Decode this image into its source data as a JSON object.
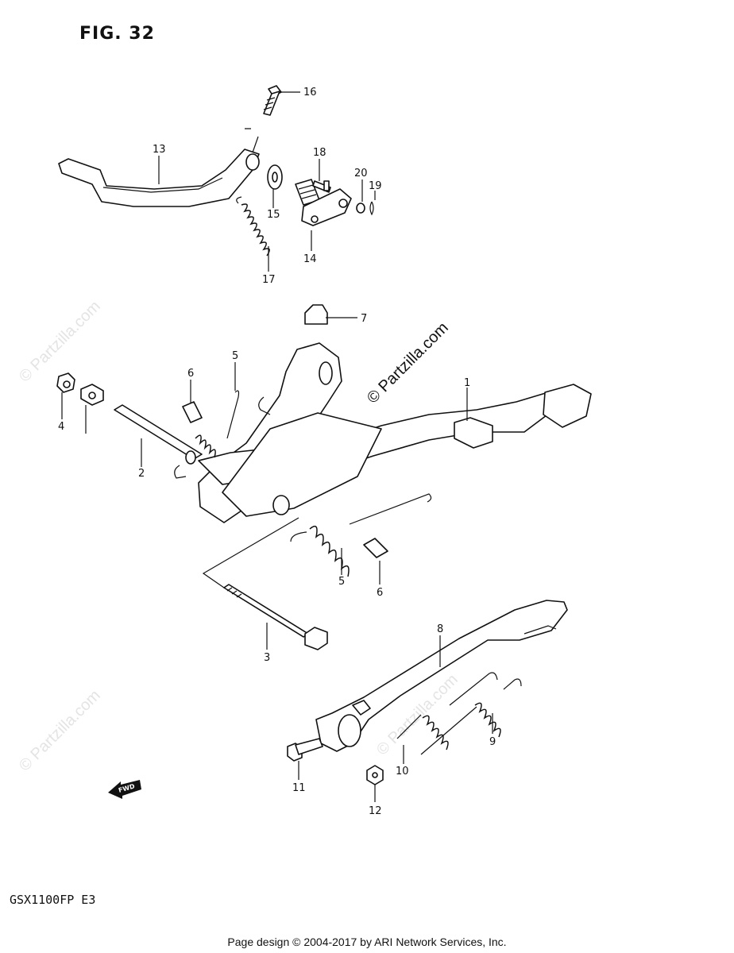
{
  "figure": {
    "title": "FIG. 32"
  },
  "watermarks": {
    "main": "© Partzilla.com",
    "faint": "© Partzilla.com"
  },
  "model": "GSX1100FP E3",
  "footer": "Page design © 2004-2017 by ARI Network Services, Inc.",
  "fwd_label": "FWD",
  "callouts": [
    {
      "id": "1",
      "text": "1"
    },
    {
      "id": "2",
      "text": "2"
    },
    {
      "id": "3",
      "text": "3"
    },
    {
      "id": "4",
      "text": "4"
    },
    {
      "id": "5a",
      "text": "5"
    },
    {
      "id": "5b",
      "text": "5"
    },
    {
      "id": "6a",
      "text": "6"
    },
    {
      "id": "6b",
      "text": "6"
    },
    {
      "id": "7",
      "text": "7"
    },
    {
      "id": "8",
      "text": "8"
    },
    {
      "id": "9",
      "text": "9"
    },
    {
      "id": "10",
      "text": "10"
    },
    {
      "id": "11",
      "text": "11"
    },
    {
      "id": "12",
      "text": "12"
    },
    {
      "id": "13",
      "text": "13"
    },
    {
      "id": "14",
      "text": "14"
    },
    {
      "id": "15",
      "text": "15"
    },
    {
      "id": "16",
      "text": "16"
    },
    {
      "id": "17",
      "text": "17"
    },
    {
      "id": "18",
      "text": "18"
    },
    {
      "id": "19",
      "text": "19"
    },
    {
      "id": "20",
      "text": "20"
    }
  ]
}
